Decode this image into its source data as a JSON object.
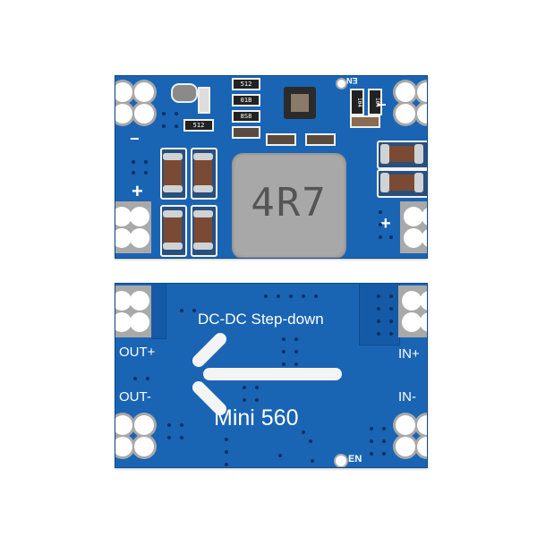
{
  "image": {
    "subject": "Mini 560 DC-DC step-down buck converter module, top and bottom views",
    "background_color": "#ffffff",
    "board_color": "#1a64b4",
    "pad_color": "#a9a9a9"
  },
  "top_view": {
    "inductor_marking": "4R7",
    "left_labels": {
      "minus": "−",
      "plus": "+"
    },
    "right_labels": {
      "minus": "−",
      "plus": "+"
    },
    "corner_marking": "EN",
    "resistor_markings": [
      "512",
      "01B",
      "8S8",
      "512",
      "104",
      "104"
    ]
  },
  "bottom_view": {
    "title": "DC-DC Step-down",
    "model": "Mini 560",
    "labels": {
      "out_plus": "OUT+",
      "out_minus": "OUT-",
      "in_plus": "IN+",
      "in_minus": "IN-",
      "enable": "EN"
    },
    "arrow_direction": "left"
  }
}
